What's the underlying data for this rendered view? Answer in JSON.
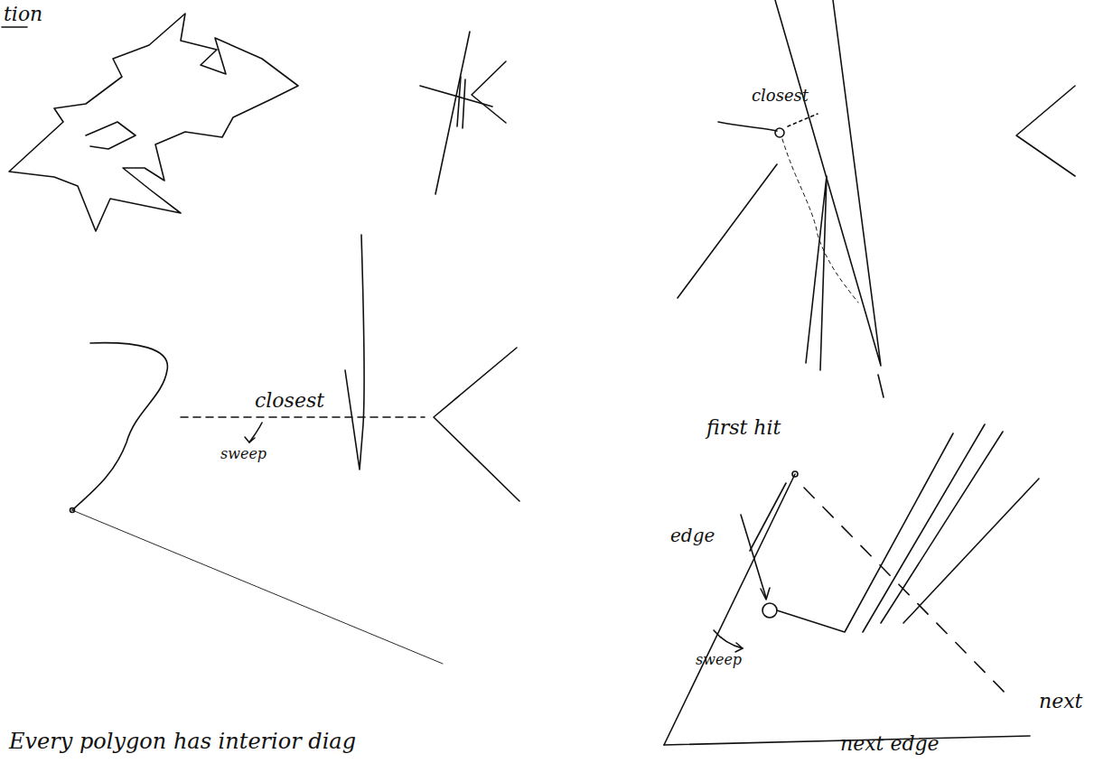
{
  "diagram": {
    "labels": [
      "tion",
      "closest",
      "closest",
      "sweep",
      "first hit",
      "edge",
      "sweep",
      "next",
      "next edge",
      "Every polygon has interior diag"
    ]
  }
}
